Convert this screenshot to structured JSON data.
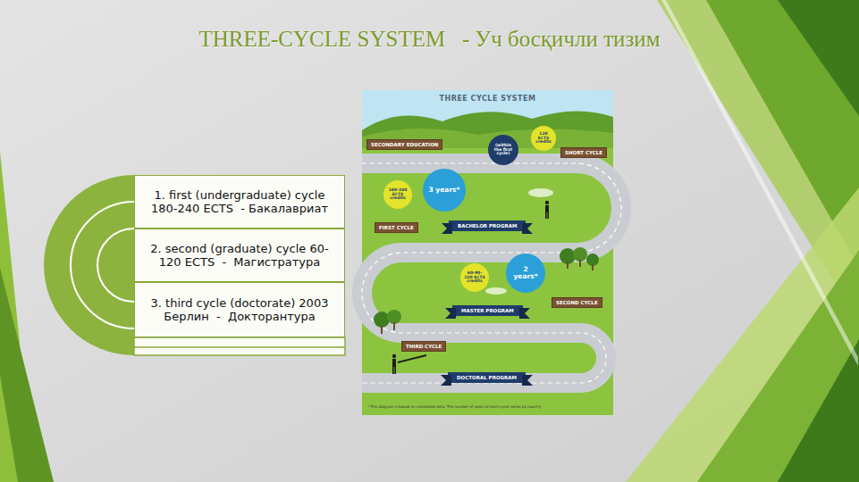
{
  "diagram": {
    "title": "THREE-CYCLE SYSTEM   - Уч босқичли тизим",
    "nodes": [
      {
        "text": [
          "1. first (undergraduate) cycle 180-240 ECTS  - Бакалавриат"
        ]
      },
      {
        "text": [
          "2. second (graduate) cycle 60-120 ECTS  -  Магистратура"
        ]
      },
      {
        "text": [
          "3. third cycle (doctorate) 2003 Берлин  -  Докторантура"
        ]
      },
      {
        "text": [
          "THREE CYCLE SYSTEM"
        ]
      },
      {
        "text": [
          "SECONDARY EDUCATION"
        ],
        "in": 3
      },
      {
        "text": [
          "(within the first cycle)"
        ],
        "in": 3
      },
      {
        "text": [
          "120 ECTS credits"
        ],
        "in": 3
      },
      {
        "text": [
          "SHORT CYCLE"
        ],
        "in": 3
      },
      {
        "text": [
          "180-240 ECTS credits"
        ],
        "in": 3
      },
      {
        "text": [
          "3 years*"
        ],
        "in": 3
      },
      {
        "text": [
          "BACHELOR PROGRAM"
        ],
        "in": 3
      },
      {
        "text": [
          "FIRST CYCLE"
        ],
        "in": 3
      },
      {
        "text": [
          "60-90-120 ECTS credits"
        ],
        "in": 3
      },
      {
        "text": [
          "2 years*"
        ],
        "in": 3
      },
      {
        "text": [
          "MASTER PROGRAM"
        ],
        "in": 3
      },
      {
        "text": [
          "SECOND CYCLE"
        ],
        "in": 3
      },
      {
        "text": [
          "THIRD CYCLE"
        ],
        "in": 3
      },
      {
        "text": [
          "DOCTORAL PROGRAM"
        ],
        "in": 3
      }
    ],
    "labels": [
      "* This diagram is based on completed data. The number of years at each cycle varies by country"
    ]
  }
}
